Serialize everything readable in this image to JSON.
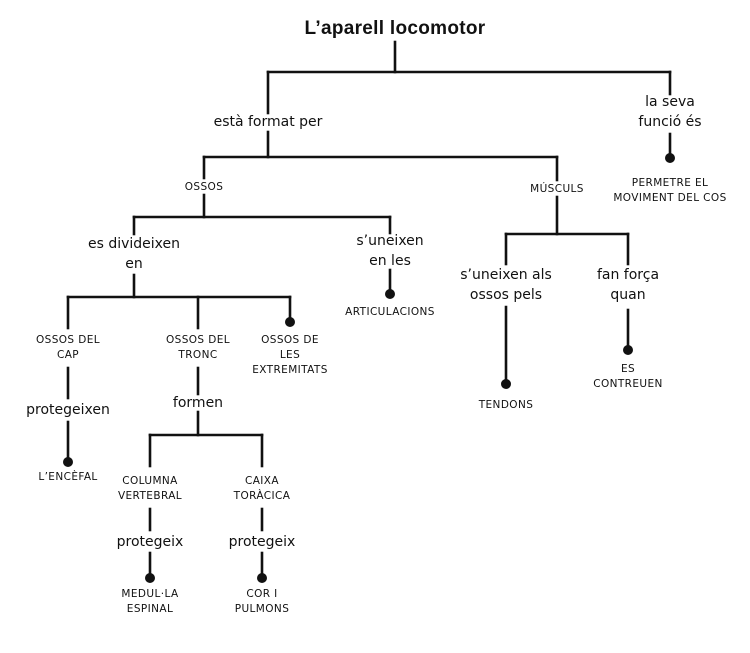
{
  "title": "L’aparell locomotor",
  "rel": {
    "format": "està format per",
    "funcio": [
      "la seva",
      "funció és"
    ],
    "divideixen": [
      "es divideixen",
      "en"
    ],
    "uneixen_les": [
      "s’uneixen",
      "en les"
    ],
    "uneixen_ossos": [
      "s’uneixen als",
      "ossos pels"
    ],
    "fan_forca": [
      "fan força",
      "quan"
    ],
    "protegeixen": "protegeixen",
    "formen": "formen",
    "protegeix_columna": "protegeix",
    "protegeix_caixa": "protegeix"
  },
  "node": {
    "permetre": [
      "PERMETRE EL",
      "MOVIMENT DEL COS"
    ],
    "ossos": "OSSOS",
    "muscles": "MÚSCULS",
    "articulacions": "ARTICULACIONS",
    "tendons": "TENDONS",
    "contreuen": [
      "ES",
      "CONTREUEN"
    ],
    "cap": [
      "OSSOS DEL",
      "CAP"
    ],
    "tronc": [
      "OSSOS DEL",
      "TRONC"
    ],
    "extremitats": [
      "OSSOS DE",
      "LES",
      "EXTREMITATS"
    ],
    "encefal": "L’ENCÈFAL",
    "columna": [
      "COLUMNA",
      "VERTEBRAL"
    ],
    "caixa": [
      "CAIXA",
      "TORÀCICA"
    ],
    "medulla": [
      "MEDUL·LA",
      "ESPINAL"
    ],
    "cor": [
      "COR I",
      "PULMONS"
    ]
  }
}
